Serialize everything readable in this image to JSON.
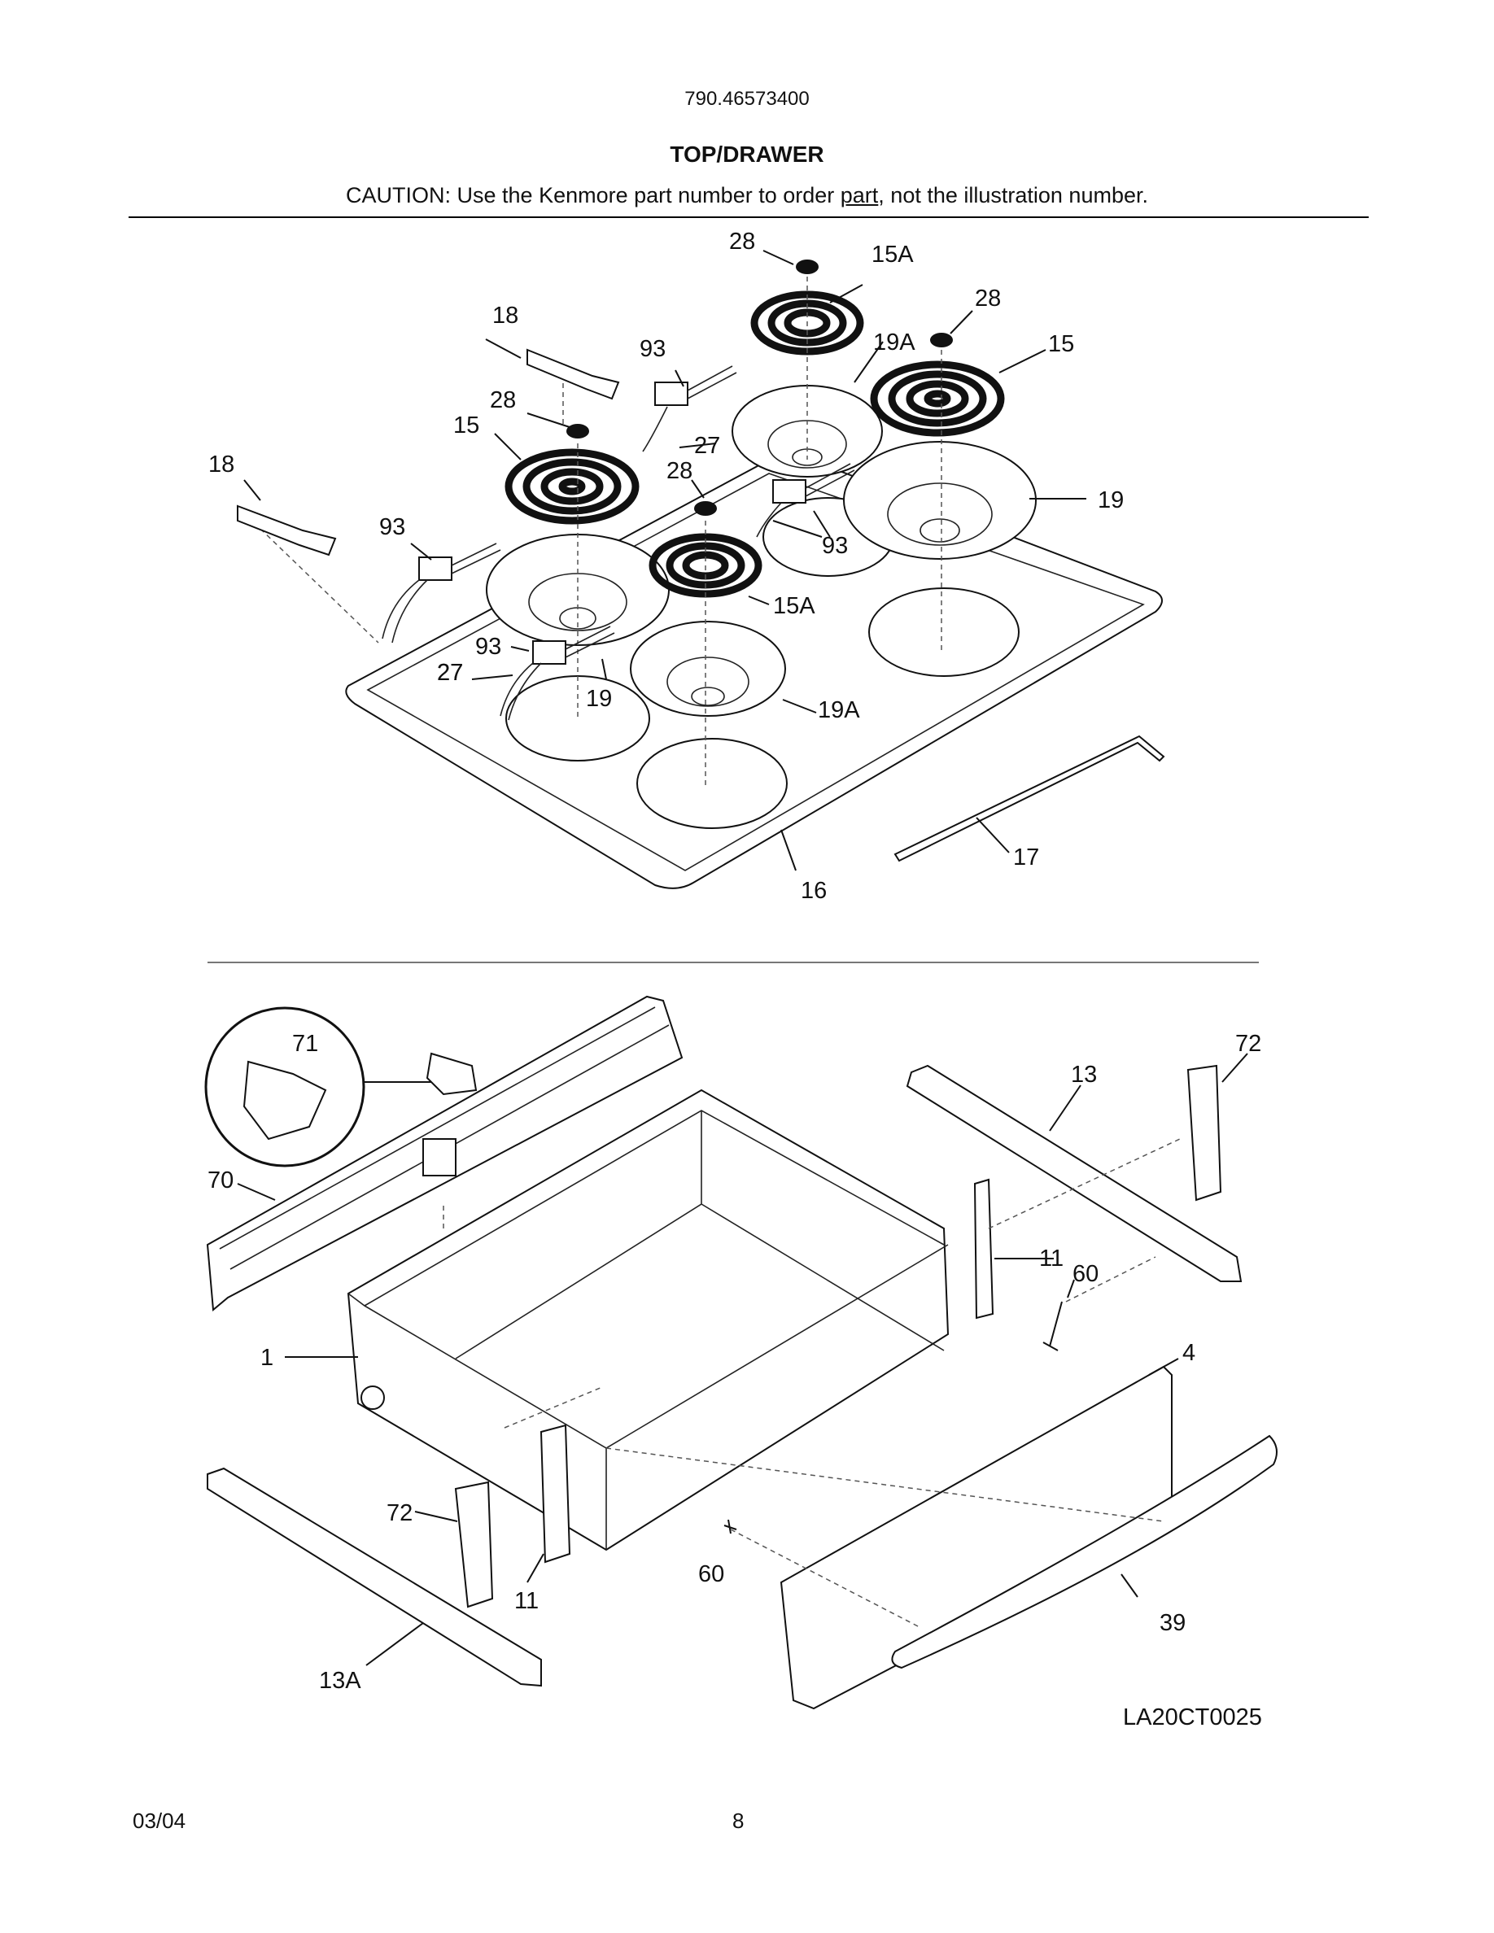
{
  "header": {
    "model_number": "790.46573400",
    "title": "TOP/DRAWER",
    "caution_prefix": "CAUTION: Use the Kenmore part number to order ",
    "caution_underlined": "part",
    "caution_suffix": ", not the illustration number."
  },
  "callouts": {
    "top": [
      "28",
      "15A",
      "28",
      "15",
      "18",
      "93",
      "19A",
      "28",
      "15",
      "27",
      "28",
      "18",
      "93",
      "19",
      "27",
      "93",
      "15A",
      "93",
      "27",
      "19",
      "19A",
      "17",
      "16"
    ],
    "drawer": [
      "71",
      "70",
      "13",
      "72",
      "11",
      "60",
      "1",
      "4",
      "72",
      "11",
      "60",
      "39",
      "13A"
    ]
  },
  "footer": {
    "diagram_code": "LA20CT0025",
    "date": "03/04",
    "page_number": "8"
  }
}
